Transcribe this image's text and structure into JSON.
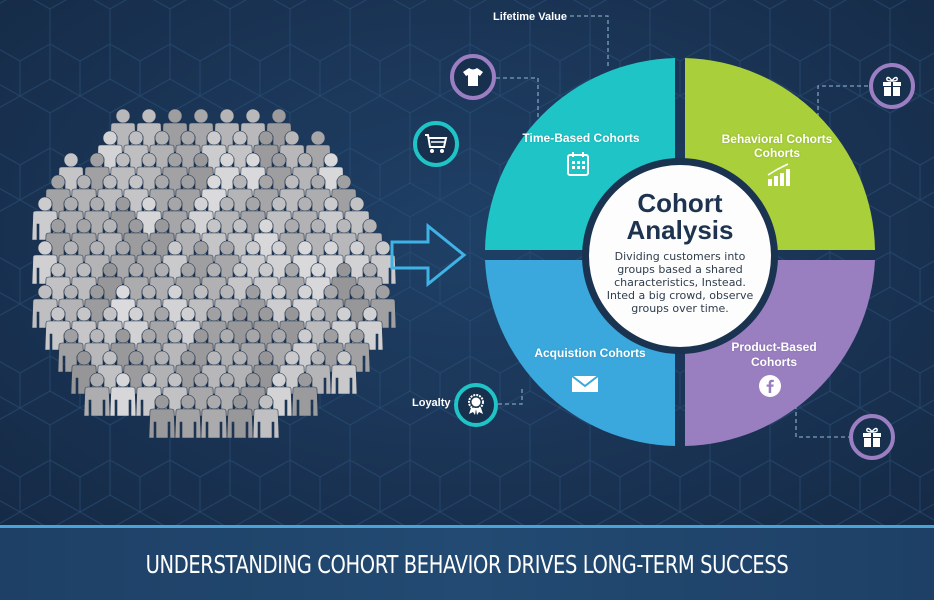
{
  "diagram": {
    "title": "Cohort Analysis",
    "title_line1": "Cohort",
    "title_line2": "Analysis",
    "description": "Dividing customers into groups based a shared characteristics, Instead. Inted a big crowd, observe groups over time.",
    "description_lines": [
      "Dividing customers into",
      "groups based a shared",
      "characteristics, Instead.",
      "Inted a big crowd, observe",
      "groups over time."
    ],
    "segments": [
      {
        "label_lines": [
          "Time-Based Cohorts"
        ],
        "icon": "calendar-icon",
        "color": "#1fc4c7"
      },
      {
        "label_lines": [
          "Behavioral Cohorts",
          "Cohorts"
        ],
        "icon": "bar-chart-growth-icon",
        "color": "#a9cf3a"
      },
      {
        "label_lines": [
          "Acquistion Cohorts"
        ],
        "icon": "envelope-icon",
        "color": "#3aa8dd"
      },
      {
        "label_lines": [
          "Product-Based",
          "Cohorts"
        ],
        "icon": "facebook-icon",
        "color": "#9a7fc0"
      }
    ],
    "callouts": [
      {
        "label": "Lifetime Value",
        "icon": "t-shirt-icon",
        "ring_color": "#9b7fc2"
      },
      {
        "label": "",
        "icon": "shopping-cart-icon",
        "ring_color": "#1fc4c7"
      },
      {
        "label": "",
        "icon": "gift-icon",
        "ring_color": "#9b7fc2"
      },
      {
        "label": "Loyalty",
        "icon": "award-badge-icon",
        "ring_color": "#1fc4c7"
      },
      {
        "label": "",
        "icon": "gift-icon",
        "ring_color": "#9b7fc2"
      }
    ],
    "crowd_icon": "person-icon",
    "arrow_icon": "right-arrow-icon"
  },
  "footer": {
    "banner_text": "UNDERSTANDING COHORT BEHAVIOR DRIVES LONG-TERM SUCCESS"
  },
  "colors": {
    "background": "#1b3654",
    "hex_lines": "#2a5078",
    "center_text": "#1d3350",
    "footer_accent": "#4aa3d6"
  }
}
